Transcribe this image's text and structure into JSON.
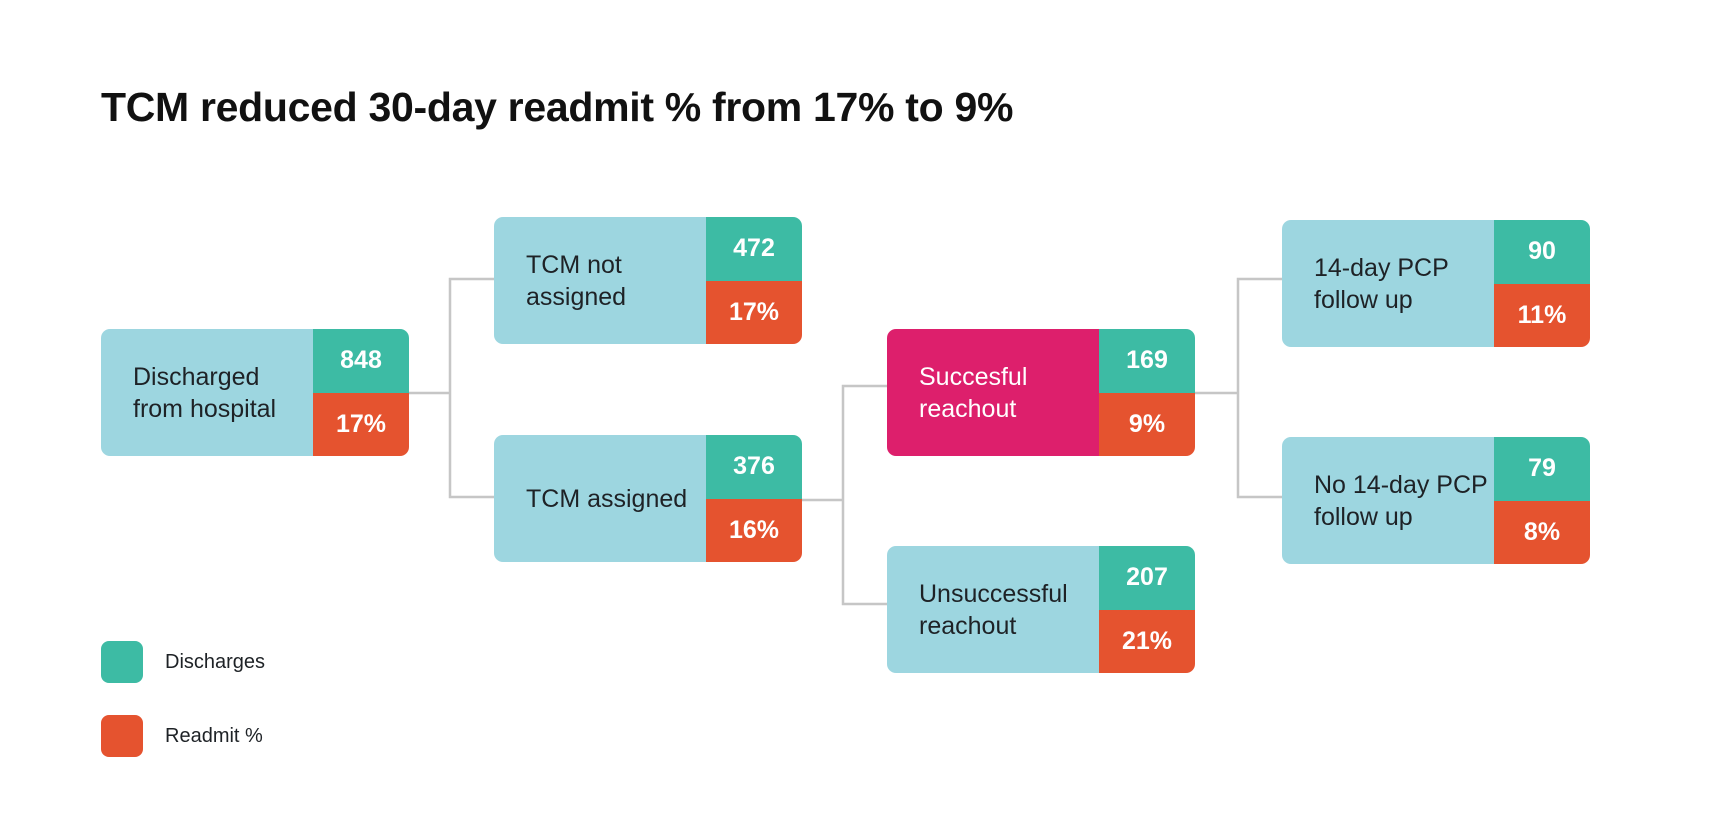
{
  "title": "TCM reduced 30-day readmit % from 17% to 9%",
  "colors": {
    "node_bg": "#9dd6e0",
    "discharges": "#3dbba4",
    "readmit": "#e5532f",
    "highlight": "#dd1f6c",
    "connector": "#c6c6c6"
  },
  "nodes": [
    {
      "id": "discharged",
      "label": "Discharged from hospital",
      "discharges": "848",
      "readmit": "17%"
    },
    {
      "id": "tcm-not-assigned",
      "label": "TCM not assigned",
      "discharges": "472",
      "readmit": "17%"
    },
    {
      "id": "tcm-assigned",
      "label": "TCM assigned",
      "discharges": "376",
      "readmit": "16%"
    },
    {
      "id": "successful-reachout",
      "label": "Succesful reachout",
      "discharges": "169",
      "readmit": "9%",
      "highlight": true
    },
    {
      "id": "unsuccessful-reachout",
      "label": "Unsuccessful reachout",
      "discharges": "207",
      "readmit": "21%"
    },
    {
      "id": "pcp-follow-up",
      "label": "14-day PCP follow up",
      "discharges": "90",
      "readmit": "11%"
    },
    {
      "id": "no-pcp-follow-up",
      "label": "No 14-day PCP follow up",
      "discharges": "79",
      "readmit": "8%"
    }
  ],
  "legend": [
    {
      "id": "discharges",
      "label": "Discharges"
    },
    {
      "id": "readmit",
      "label": "Readmit %"
    }
  ]
}
